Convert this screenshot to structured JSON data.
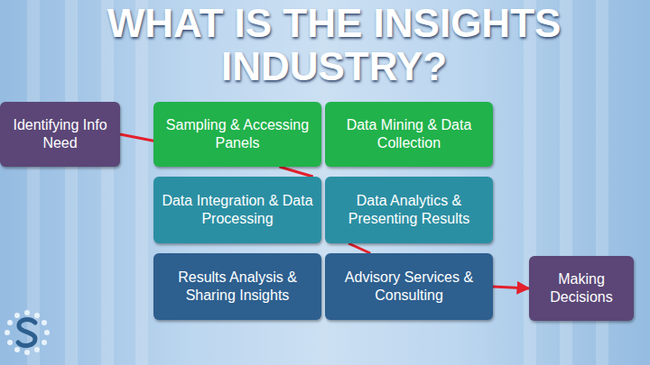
{
  "diagram": {
    "title": "WHAT IS THE INSIGHTS INDUSTRY?",
    "nodes": [
      {
        "text": [
          "Identifying Info Need"
        ]
      },
      {
        "text": [
          "Sampling & Accessing Panels"
        ]
      },
      {
        "text": [
          "Data Mining & Data Collection"
        ]
      },
      {
        "text": [
          "Data Integration & Data Processing"
        ]
      },
      {
        "text": [
          "Data Analytics & Presenting Results"
        ]
      },
      {
        "text": [
          "Results Analysis & Sharing Insights"
        ]
      },
      {
        "text": [
          "Advisory Services & Consulting"
        ]
      },
      {
        "text": [
          "Making Decisions"
        ]
      }
    ],
    "edges": [
      {
        "from": 0,
        "to": 1,
        "arrow": "none"
      },
      {
        "from": 1,
        "to": 3,
        "arrow": "none"
      },
      {
        "from": 4,
        "to": 6,
        "arrow": "none"
      },
      {
        "from": 6,
        "to": 7,
        "arrow": "to"
      }
    ]
  }
}
